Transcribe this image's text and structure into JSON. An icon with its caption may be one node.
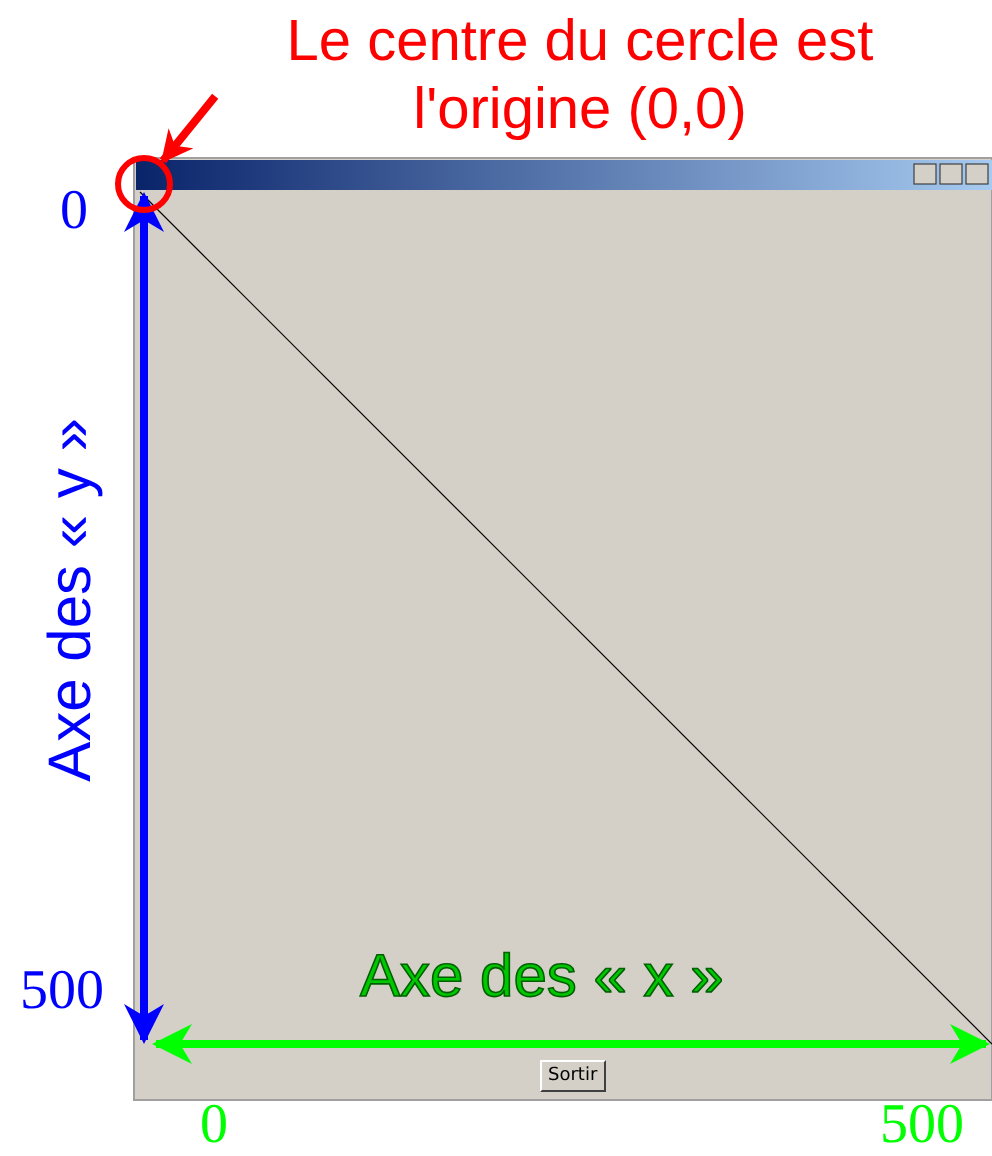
{
  "diagram": {
    "nodes": [
      {
        "text": [
          "Le centre du cercle est l'origine (0,0)"
        ]
      },
      {
        "text": [],
        "shape": "circle"
      }
    ],
    "edges": [
      {
        "from": 0,
        "to": 1,
        "arrow": "to",
        "color": "#ff0000"
      }
    ],
    "labels": [
      "0",
      "Axe des « y »",
      "500",
      "Axe des « x »",
      "Sortir",
      "0",
      "500"
    ]
  }
}
